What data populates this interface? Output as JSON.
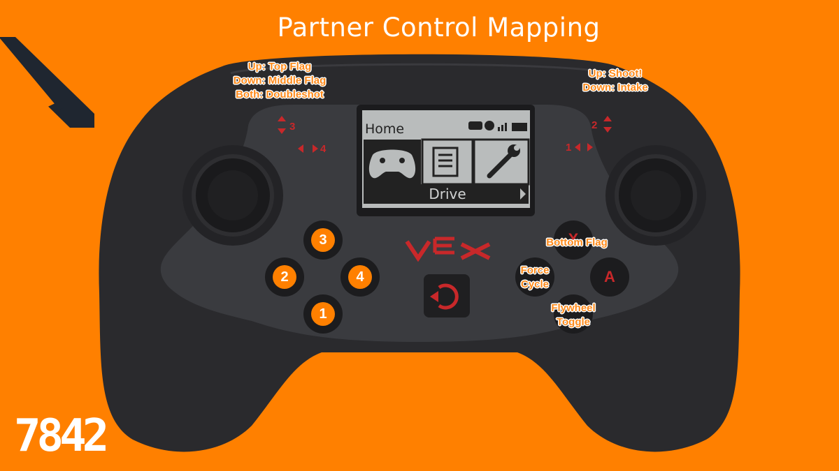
{
  "title": "Partner Control Mapping",
  "lcd": {
    "screen_title": "Home",
    "selected_label": "Drive",
    "icons": [
      "controller-icon",
      "program-icon",
      "wrench-icon"
    ]
  },
  "callouts": {
    "left_trigger": [
      "Up: Top Flag",
      "Down: Middle Flag",
      "Both: Doubleshot"
    ],
    "right_trigger": [
      "Up: Shoot!",
      "Down: Intake"
    ],
    "button_x": "Bottom Flag",
    "button_y": [
      "Force",
      "Cycle"
    ],
    "button_b": [
      "Flywheel",
      "Toggle"
    ]
  },
  "axis_labels": {
    "left_vertical": "3",
    "left_horizontal": "4",
    "right_vertical": "2",
    "right_horizontal": "1"
  },
  "dpad_numbers": {
    "up": "3",
    "left": "2",
    "right": "4",
    "down": "1"
  },
  "face_buttons": {
    "x": "X",
    "a": "A"
  },
  "brand": "VEX",
  "team_number": "7842",
  "colors": {
    "background": "#ff8000",
    "controller": "#2a2a2d",
    "accent_red": "#d42a2a",
    "lcd": "#b9bcbc"
  }
}
